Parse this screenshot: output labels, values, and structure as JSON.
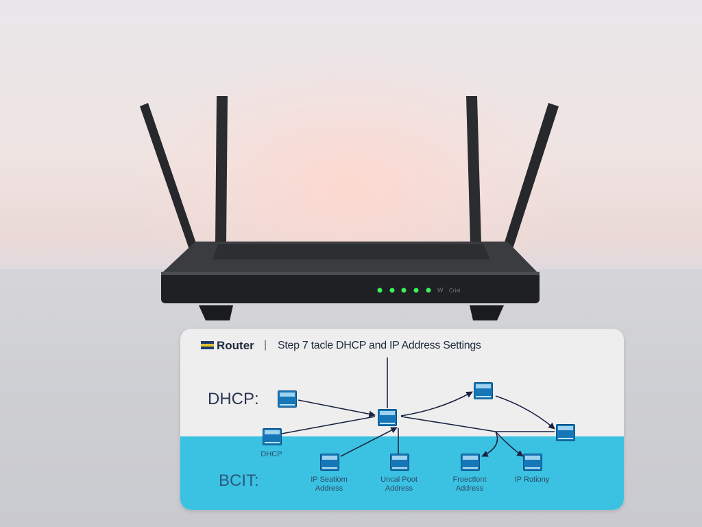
{
  "device": {
    "panel_labels": [
      "W",
      "Crist"
    ],
    "led_color": "#3ef05a",
    "status_leds": 5
  },
  "card": {
    "brand": "Router",
    "separator": "|",
    "title": "Step 7 tacle DHCP and IP Address Settings",
    "row_labels": [
      "DHCP:",
      "BCIT:"
    ],
    "node_labels": {
      "left": "DHCP",
      "bottom": [
        {
          "line1": "IP Seatiom",
          "line2": "Address"
        },
        {
          "line1": "Uncal Poot",
          "line2": "Address"
        },
        {
          "line1": "Froectlont",
          "line2": "Address"
        },
        {
          "line1": "IP Rotiony",
          "line2": ""
        }
      ]
    },
    "colors": {
      "band": "#3bc2e2",
      "node": "#1677b8",
      "logo_blue": "#1f3b6e",
      "logo_yellow": "#e6c42a"
    }
  }
}
